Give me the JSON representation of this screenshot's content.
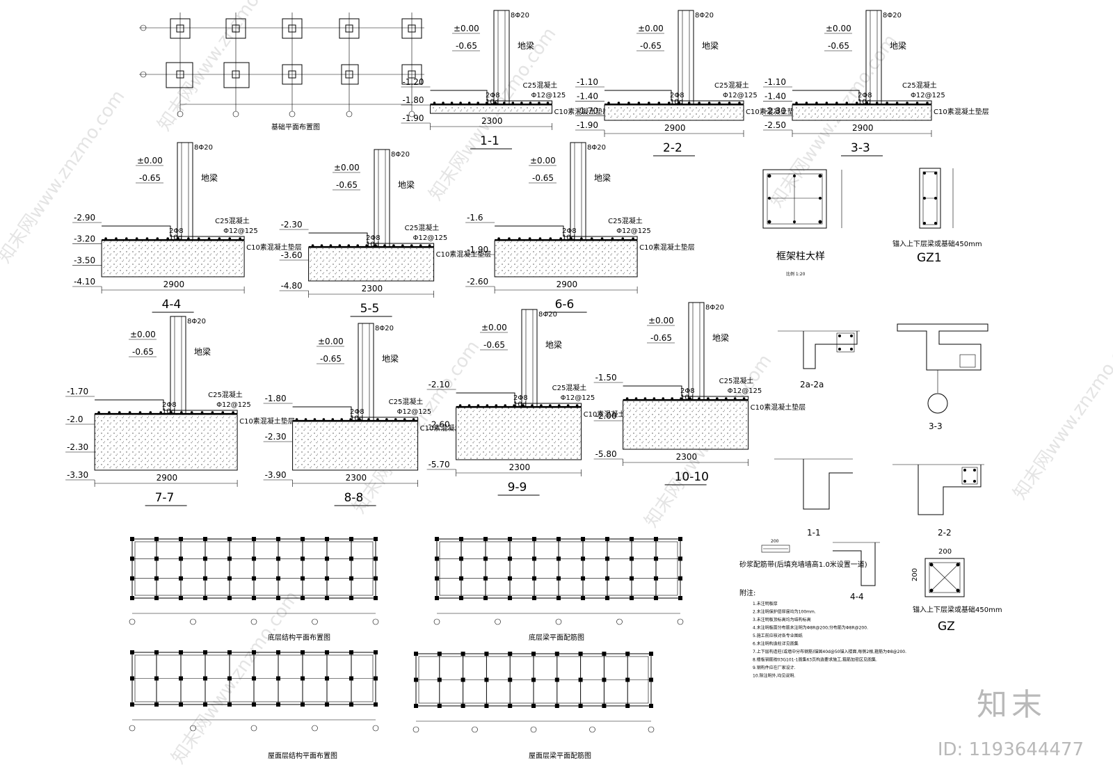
{
  "plans": {
    "foundation_plan_title": "基础平面布置图",
    "ground_struct_title": "底层结构平面布置图",
    "ground_beam_title": "底层梁平面配筋图",
    "roof_struct_title": "屋面层结构平面布置图",
    "roof_beam_title": "屋面层梁平面配筋图"
  },
  "common": {
    "beam_label": "地梁",
    "rebar_top": "8Φ20",
    "stirrup": "2Φ8",
    "anchor": "10d",
    "concrete_c25": "C25混凝土",
    "mesh": "Φ12@125",
    "cushion_c10": "C10素混凝土垫层",
    "lvl_zero": "±0.00",
    "lvl_065": "-0.65"
  },
  "sections": [
    {
      "id": "1-1",
      "levels": [
        "-1.20",
        "-1.80",
        "-1.90"
      ],
      "width": "2300"
    },
    {
      "id": "2-2",
      "levels": [
        "-1.10",
        "-1.40",
        "-1.70",
        "-1.90"
      ],
      "width": "2900"
    },
    {
      "id": "3-3",
      "levels": [
        "-1.10",
        "-1.40",
        "-2.30",
        "-2.50"
      ],
      "width": "2900"
    },
    {
      "id": "4-4",
      "levels": [
        "-2.90",
        "-3.20",
        "-3.50",
        "-4.10"
      ],
      "width": "2900"
    },
    {
      "id": "5-5",
      "levels": [
        "-2.30",
        "-3.60",
        "-4.80"
      ],
      "width": "2300"
    },
    {
      "id": "6-6",
      "levels": [
        "-1.6",
        "-1.90",
        "-2.60"
      ],
      "width": "2900"
    },
    {
      "id": "7-7",
      "levels": [
        "-1.70",
        "-2.0",
        "-2.30",
        "-3.30"
      ],
      "width": "2900"
    },
    {
      "id": "8-8",
      "levels": [
        "-1.80",
        "-2.30",
        "-3.90"
      ],
      "width": "2300"
    },
    {
      "id": "9-9",
      "levels": [
        "-2.10",
        "-2.60",
        "-5.70"
      ],
      "width": "2300"
    },
    {
      "id": "10-10",
      "levels": [
        "-1.50",
        "-2.00",
        "-5.80"
      ],
      "width": "2300"
    }
  ],
  "details": {
    "frame_column": "框架柱大样",
    "frame_scale": "比例 1:20",
    "gz1": "GZ1",
    "gz1_note": "锚入上下层梁或基础450mm",
    "gz": "GZ",
    "gz_note": "锚入上下层梁或基础450mm",
    "gz_width": "200",
    "gz_height": "200",
    "small_sections": [
      "2a-2a",
      "3-3",
      "1-1",
      "2-2",
      "4-4"
    ],
    "wall_band_title": "砂浆配筋带(后填充墙墙高1.0米设置一道)",
    "wall_band_width": "200"
  },
  "notes": {
    "title": "附注:",
    "items": [
      "1.未注明板厚",
      "2.未注明保护层厚度均为100mm.",
      "3.未注明板顶标高均为结构标高",
      "4.未注明板面分布筋未注明为Φ8R@200;分布筋为Φ8R@200.",
      "5.施工前应核对各专业图纸",
      "6.未注明构造柱详见图集",
      "7.上下层构造柱(或墙中分布钢筋)锚固40d@50锚入楼面,每侧2根,箍筋为Φ8@200.",
      "8.楼板钢筋按03G101-1图集63页构造要求施工,箍筋加密区见图集.",
      "9.钢构件应在厂家设计.",
      "10.除注明外,均见说明."
    ]
  },
  "watermark": {
    "text": "知末网www.znzmo.com",
    "brand": "知末",
    "id": "ID: 1193644477"
  }
}
